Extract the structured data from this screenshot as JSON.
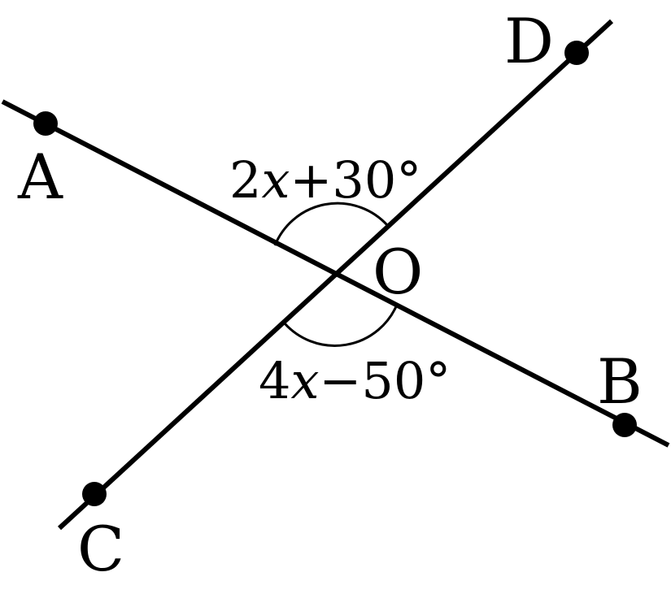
{
  "diagram": {
    "points": {
      "A": "A",
      "B": "B",
      "C": "C",
      "D": "D",
      "O": "O"
    },
    "angles": {
      "top": {
        "coef": "2",
        "var": "x",
        "rest": "+30°"
      },
      "bottom": {
        "coef": "4",
        "var": "x",
        "rest": "−50°"
      }
    }
  }
}
